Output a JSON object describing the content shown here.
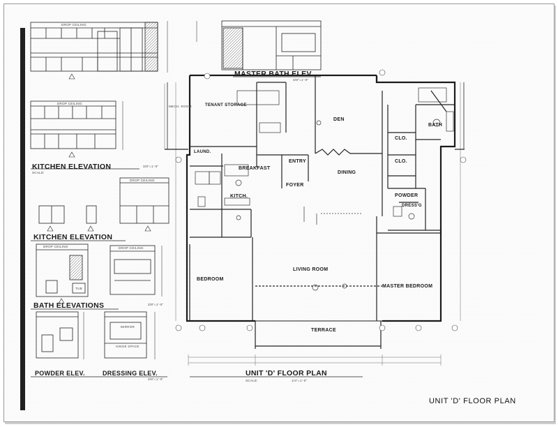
{
  "sheet_title": "UNIT 'D' FLOOR PLAN",
  "elevations": {
    "kitchen_1": {
      "title": "KITCHEN ELEVATION",
      "scale": "SCALE:",
      "scale_value": "3/8\"=1'-0\""
    },
    "kitchen_2": {
      "title": "KITCHEN ELEVATION"
    },
    "bath": {
      "title": "BATH ELEVATIONS",
      "scale_value": "3/8\"=1'-0\""
    },
    "powder": {
      "title": "POWDER ELEV."
    },
    "dressing": {
      "title": "DRESSING ELEV.",
      "scale_value": "3/8\"=1'-0\""
    },
    "master_bath": {
      "title": "MASTER BATH ELEV.",
      "scale_value": "3/8\"=1'-0\""
    }
  },
  "elevation_notes": {
    "drop_ceiling": "DROP CEILING",
    "tub": "TUB",
    "mirror": "MIRROR",
    "hinge_space": "HINGE SPACE"
  },
  "plan": {
    "title": "UNIT 'D' FLOOR PLAN",
    "scale": "SCALE:",
    "scale_value": "1/4\"=1'-0\"",
    "rooms": {
      "storage": "TENANT STORAGE",
      "laund": "LAUND.",
      "breakfast": "BREAKFAST",
      "entry": "ENTRY",
      "foyer": "FOYER",
      "kitch": "KITCH.",
      "den": "DEN",
      "dining": "DINING",
      "clo1": "CLO.",
      "clo2": "CLO.",
      "bath": "BATH",
      "powder": "POWDER",
      "dress": "DRESS'G",
      "living": "LIVING ROOM",
      "bedroom": "BEDROOM",
      "master_bedroom": "MASTER BEDROOM",
      "terrace": "TERRACE",
      "mech": "MECH. ROOM"
    }
  }
}
